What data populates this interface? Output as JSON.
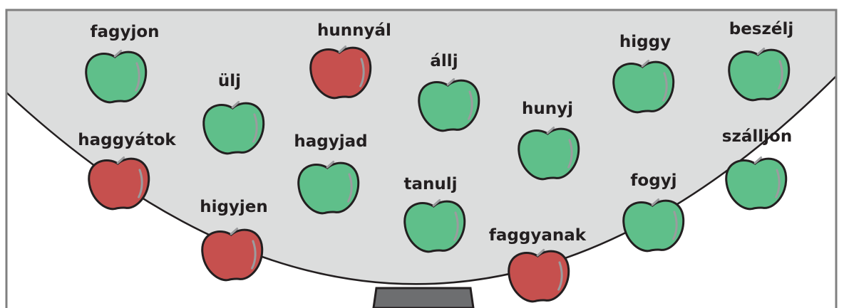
{
  "colors": {
    "crown": "#dcdddd",
    "frame": "#808080",
    "outline": "#231f20",
    "trunk": "#6d6e70",
    "apple_green": "#5fbf8a",
    "apple_red": "#c6504e",
    "highlight": "#9b9c9e",
    "text": "#231f20"
  },
  "apples": [
    {
      "word": "fagyjon",
      "color": "green"
    },
    {
      "word": "hunnyál",
      "color": "red"
    },
    {
      "word": "ülj",
      "color": "green"
    },
    {
      "word": "állj",
      "color": "green"
    },
    {
      "word": "higgy",
      "color": "green"
    },
    {
      "word": "beszélj",
      "color": "green"
    },
    {
      "word": "hunyj",
      "color": "green"
    },
    {
      "word": "haggyátok",
      "color": "red"
    },
    {
      "word": "hagyjad",
      "color": "green"
    },
    {
      "word": "szálljon",
      "color": "green"
    },
    {
      "word": "tanulj",
      "color": "green"
    },
    {
      "word": "fogyj",
      "color": "green"
    },
    {
      "word": "higyjen",
      "color": "red"
    },
    {
      "word": "faggyanak",
      "color": "red"
    }
  ]
}
